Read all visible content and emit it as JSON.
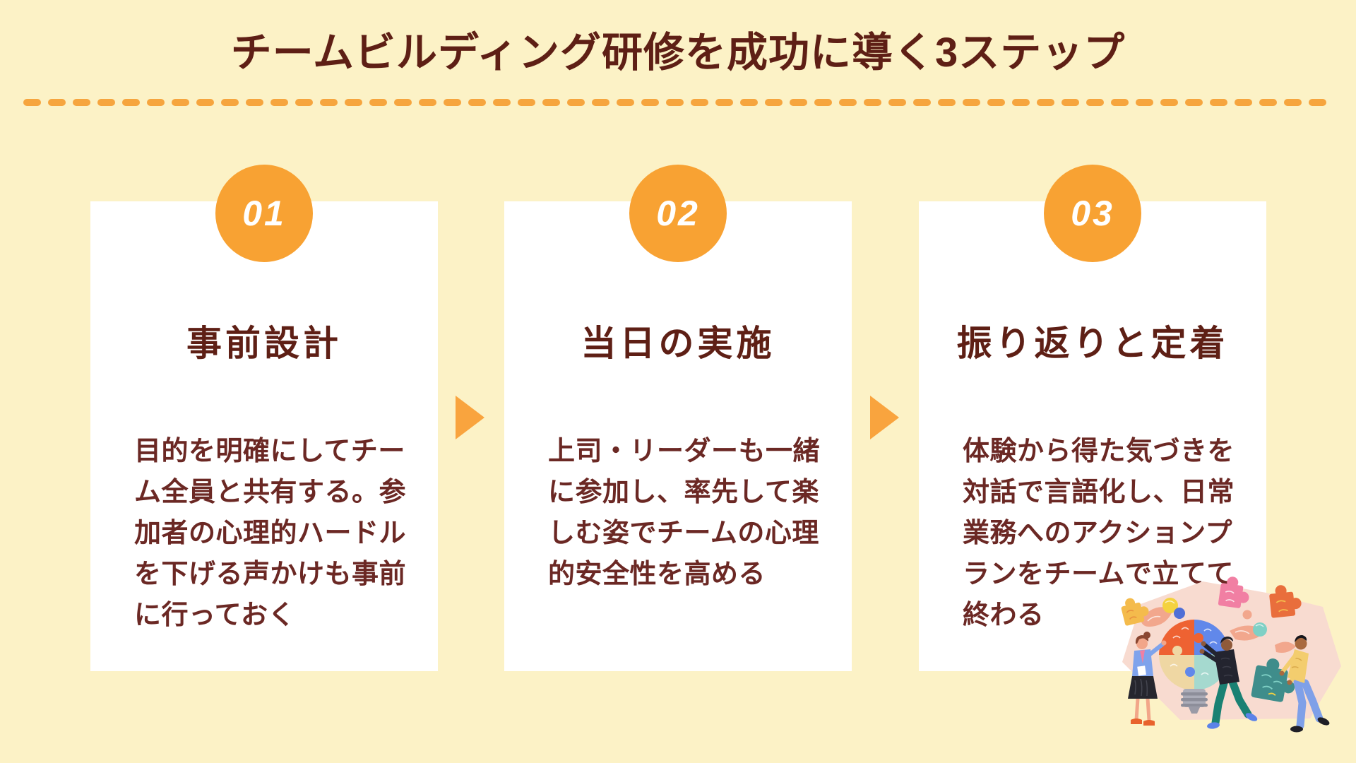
{
  "title": "チームビルディング研修を成功に導く3ステップ",
  "steps": [
    {
      "number": "01",
      "heading": "事前設計",
      "body": "目的を明確にしてチー\nム全員と共有する。参\n加者の心理的ハードル\nを下げる声かけも事前\nに行っておく"
    },
    {
      "number": "02",
      "heading": "当日の実施",
      "body": "上司・リーダーも一緒\nに参加し、率先して楽\nしむ姿でチームの心理\n的安全性を高める"
    },
    {
      "number": "03",
      "heading": "振り返りと定着",
      "body": "体験から得た気づきを\n対話で言語化し、日常\n業務へのアクションプ\nランをチームで立てて\n終わる"
    }
  ],
  "icons": {
    "arrow": "arrow-right-icon",
    "illustration": "teamwork-puzzle-lightbulb-illustration"
  },
  "colors": {
    "background": "#FCF2C6",
    "card": "#FFFFFF",
    "badge_orange": "#F8A233",
    "arrow_orange": "#F9A43E",
    "dash_orange": "#F6A53E",
    "title_text": "#5E1F15",
    "body_text": "#6B2824",
    "badge_text": "#FFFFFF"
  }
}
